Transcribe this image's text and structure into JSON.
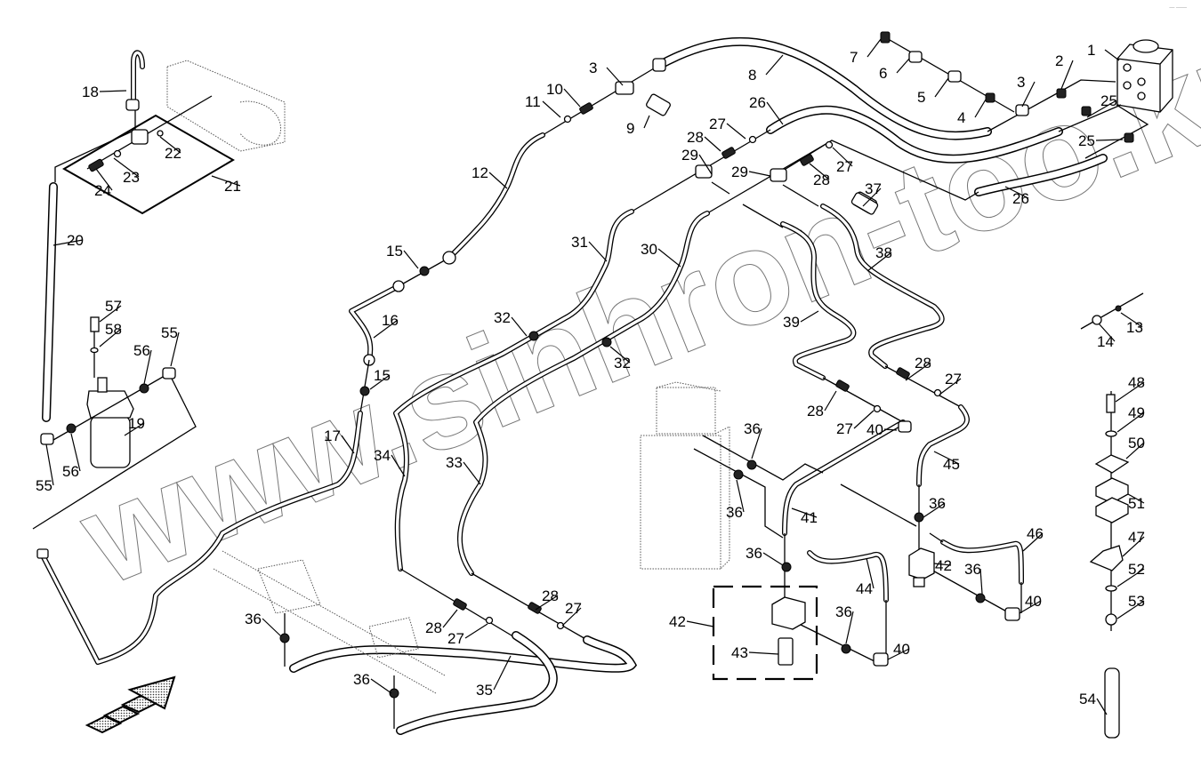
{
  "diagram": {
    "title": "Hydraulic lines exploded view",
    "watermark": "www.sinhron-too.kz",
    "corner_mark": "— ——",
    "colors": {
      "line": "#000000",
      "watermark": "#777777",
      "background": "#ffffff"
    },
    "callouts": [
      {
        "id": "c1",
        "label": "1"
      },
      {
        "id": "c2",
        "label": "2"
      },
      {
        "id": "c3a",
        "label": "3"
      },
      {
        "id": "c3b",
        "label": "3"
      },
      {
        "id": "c4",
        "label": "4"
      },
      {
        "id": "c5",
        "label": "5"
      },
      {
        "id": "c6",
        "label": "6"
      },
      {
        "id": "c7",
        "label": "7"
      },
      {
        "id": "c8",
        "label": "8"
      },
      {
        "id": "c9",
        "label": "9"
      },
      {
        "id": "c10",
        "label": "10"
      },
      {
        "id": "c11",
        "label": "11"
      },
      {
        "id": "c12",
        "label": "12"
      },
      {
        "id": "c13",
        "label": "13"
      },
      {
        "id": "c14",
        "label": "14"
      },
      {
        "id": "c15a",
        "label": "15"
      },
      {
        "id": "c15b",
        "label": "15"
      },
      {
        "id": "c16",
        "label": "16"
      },
      {
        "id": "c17",
        "label": "17"
      },
      {
        "id": "c18",
        "label": "18"
      },
      {
        "id": "c19",
        "label": "19"
      },
      {
        "id": "c20",
        "label": "20"
      },
      {
        "id": "c21",
        "label": "21"
      },
      {
        "id": "c22",
        "label": "22"
      },
      {
        "id": "c23",
        "label": "23"
      },
      {
        "id": "c24",
        "label": "24"
      },
      {
        "id": "c25a",
        "label": "25"
      },
      {
        "id": "c25b",
        "label": "25"
      },
      {
        "id": "c26a",
        "label": "26"
      },
      {
        "id": "c26b",
        "label": "26"
      },
      {
        "id": "c27a",
        "label": "27"
      },
      {
        "id": "c27b",
        "label": "27"
      },
      {
        "id": "c27c",
        "label": "27"
      },
      {
        "id": "c27d",
        "label": "27"
      },
      {
        "id": "c27e",
        "label": "27"
      },
      {
        "id": "c27f",
        "label": "27"
      },
      {
        "id": "c28a",
        "label": "28"
      },
      {
        "id": "c28b",
        "label": "28"
      },
      {
        "id": "c28c",
        "label": "28"
      },
      {
        "id": "c28d",
        "label": "28"
      },
      {
        "id": "c28e",
        "label": "28"
      },
      {
        "id": "c28f",
        "label": "28"
      },
      {
        "id": "c29a",
        "label": "29"
      },
      {
        "id": "c29b",
        "label": "29"
      },
      {
        "id": "c30",
        "label": "30"
      },
      {
        "id": "c31",
        "label": "31"
      },
      {
        "id": "c32a",
        "label": "32"
      },
      {
        "id": "c32b",
        "label": "32"
      },
      {
        "id": "c33",
        "label": "33"
      },
      {
        "id": "c34",
        "label": "34"
      },
      {
        "id": "c35",
        "label": "35"
      },
      {
        "id": "c36a",
        "label": "36"
      },
      {
        "id": "c36b",
        "label": "36"
      },
      {
        "id": "c36c",
        "label": "36"
      },
      {
        "id": "c36d",
        "label": "36"
      },
      {
        "id": "c36e",
        "label": "36"
      },
      {
        "id": "c36f",
        "label": "36"
      },
      {
        "id": "c36g",
        "label": "36"
      },
      {
        "id": "c36h",
        "label": "36"
      },
      {
        "id": "c37",
        "label": "37"
      },
      {
        "id": "c38",
        "label": "38"
      },
      {
        "id": "c39",
        "label": "39"
      },
      {
        "id": "c40a",
        "label": "40"
      },
      {
        "id": "c40b",
        "label": "40"
      },
      {
        "id": "c40c",
        "label": "40"
      },
      {
        "id": "c41",
        "label": "41"
      },
      {
        "id": "c42a",
        "label": "42"
      },
      {
        "id": "c42b",
        "label": "42"
      },
      {
        "id": "c43",
        "label": "43"
      },
      {
        "id": "c44",
        "label": "44"
      },
      {
        "id": "c45",
        "label": "45"
      },
      {
        "id": "c46",
        "label": "46"
      },
      {
        "id": "c47",
        "label": "47"
      },
      {
        "id": "c48",
        "label": "48"
      },
      {
        "id": "c49",
        "label": "49"
      },
      {
        "id": "c50",
        "label": "50"
      },
      {
        "id": "c51",
        "label": "51"
      },
      {
        "id": "c52",
        "label": "52"
      },
      {
        "id": "c53",
        "label": "53"
      },
      {
        "id": "c54",
        "label": "54"
      },
      {
        "id": "c55a",
        "label": "55"
      },
      {
        "id": "c55b",
        "label": "55"
      },
      {
        "id": "c56a",
        "label": "56"
      },
      {
        "id": "c56b",
        "label": "56"
      },
      {
        "id": "c57",
        "label": "57"
      },
      {
        "id": "c58",
        "label": "58"
      }
    ]
  }
}
